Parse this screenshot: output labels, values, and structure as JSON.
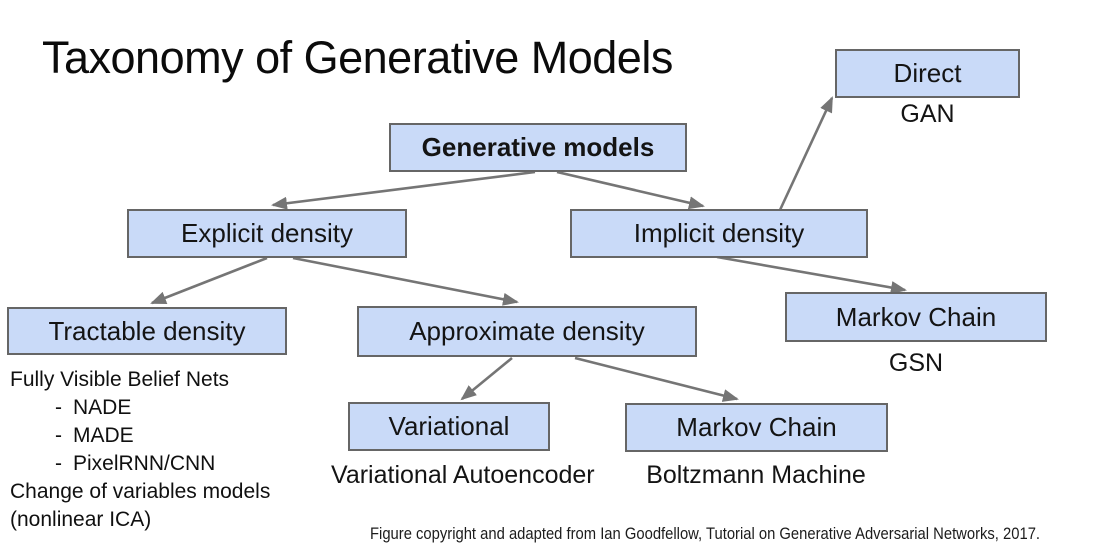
{
  "slide": {
    "title": "Taxonomy of Generative Models",
    "caption": "Figure copyright and adapted from Ian Goodfellow, Tutorial on Generative Adversarial Networks, 2017."
  },
  "colors": {
    "box_fill": "#c9daf8",
    "box_border": "#666666",
    "arrow": "#757575",
    "text": "#111111",
    "background": "#ffffff"
  },
  "nodes": {
    "generative": "Generative models",
    "explicit": "Explicit density",
    "implicit": "Implicit density",
    "tractable": "Tractable density",
    "approximate": "Approximate density",
    "variational": "Variational",
    "markov_chain_explicit": "Markov Chain",
    "direct": "Direct",
    "markov_chain_implicit": "Markov Chain"
  },
  "examples": {
    "gan": "GAN",
    "gsn": "GSN",
    "variational_autoencoder": "Variational Autoencoder",
    "boltzmann_machine": "Boltzmann Machine"
  },
  "tractable_notes": {
    "heading": "Fully Visible Belief Nets",
    "bullets": [
      "NADE",
      "MADE",
      "PixelRNN/CNN"
    ],
    "line2": "Change of variables models",
    "line3": "(nonlinear ICA)"
  },
  "edges": [
    {
      "from": "generative",
      "to": "explicit"
    },
    {
      "from": "generative",
      "to": "implicit"
    },
    {
      "from": "explicit",
      "to": "tractable"
    },
    {
      "from": "explicit",
      "to": "approximate"
    },
    {
      "from": "implicit",
      "to": "direct"
    },
    {
      "from": "implicit",
      "to": "markov_chain_implicit"
    },
    {
      "from": "approximate",
      "to": "variational"
    },
    {
      "from": "approximate",
      "to": "markov_chain_explicit"
    }
  ]
}
